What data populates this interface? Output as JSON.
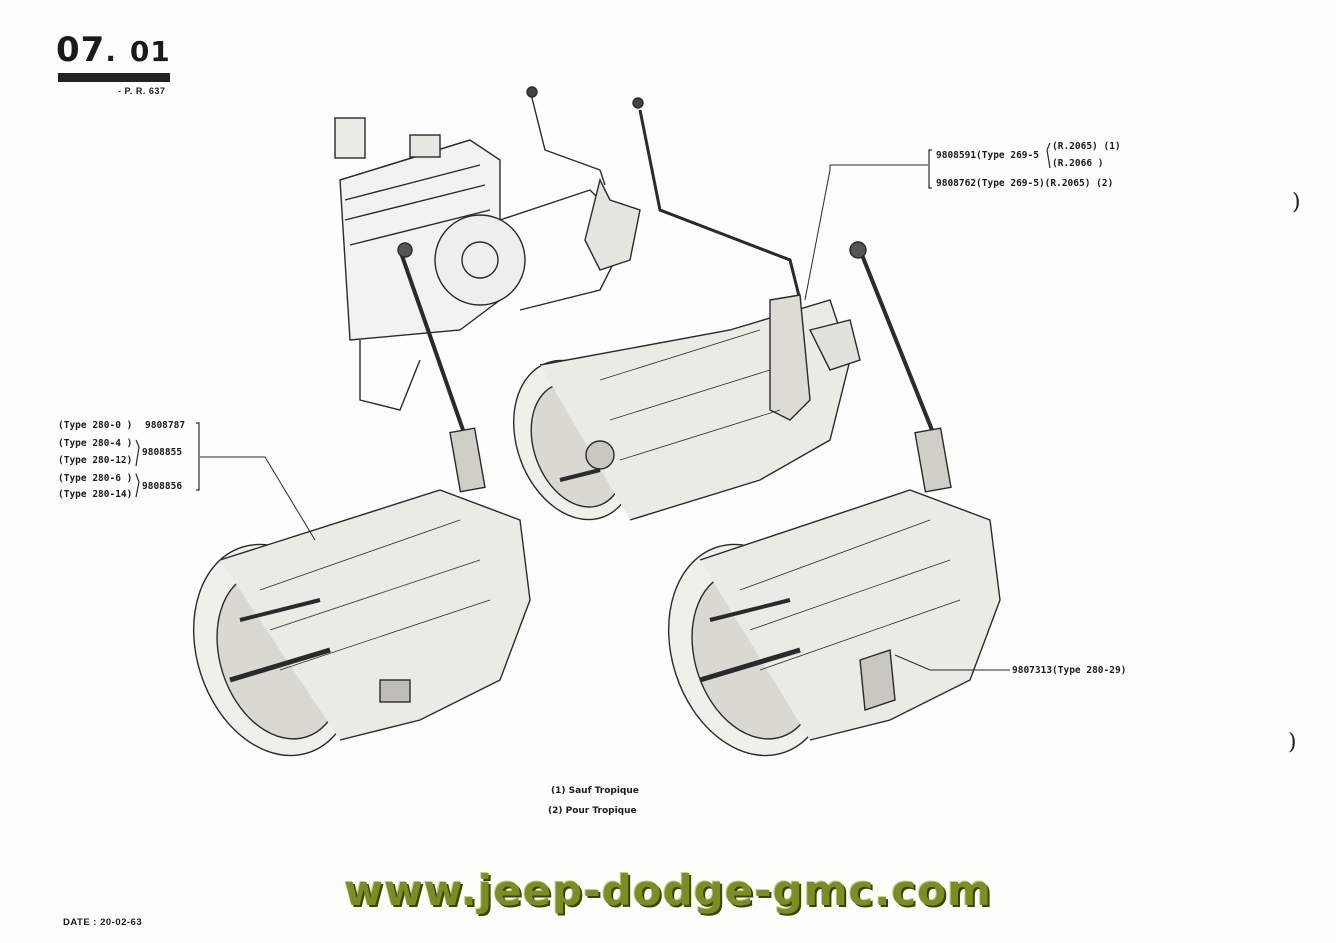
{
  "header": {
    "code_main": "07",
    "code_sep": ".",
    "code_sub": "01",
    "pr_ref": "- P. R. 637"
  },
  "left_group": {
    "row1": {
      "type": "(Type 280-0  )",
      "part": "9808787"
    },
    "row2a": {
      "type": "(Type 280-4  )"
    },
    "row2b": {
      "type": "(Type 280-12)",
      "part": "9808855"
    },
    "row3a": {
      "type": "(Type 280-6  )"
    },
    "row3b": {
      "type": "(Type 280-14)",
      "part": "9808856"
    }
  },
  "top_right_group": {
    "line1_part": "9808591(Type 269-5",
    "line1_ref_a": "(R.2065) (1)",
    "line1_ref_b": "(R.2066 )",
    "line2": "9808762(Type 269-5)(R.2065) (2)"
  },
  "right_label": "9807313(Type 280-29)",
  "notes": {
    "note1": "(1) Sauf Tropique",
    "note2": "(2) Pour Tropique"
  },
  "date": "DATE : 20-02-63",
  "watermark": "www.jeep-dodge-gmc.com",
  "colors": {
    "watermark": "#7c8d24",
    "ink": "#1a1a1a",
    "paper": "#fdfdfb"
  }
}
